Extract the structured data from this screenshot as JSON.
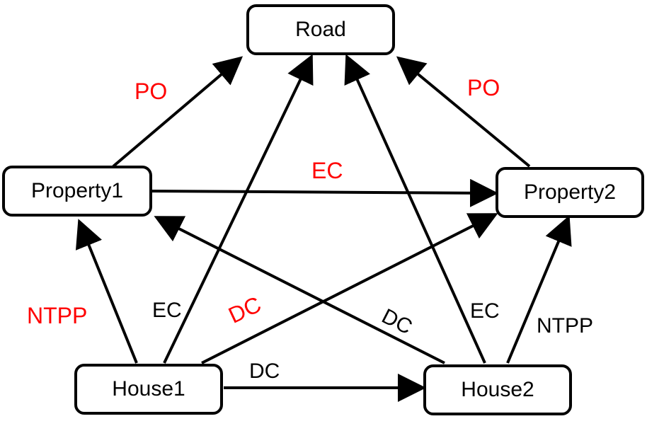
{
  "nodes": {
    "road": "Road",
    "property1": "Property1",
    "property2": "Property2",
    "house1": "House1",
    "house2": "House2"
  },
  "edges": {
    "property1_road": "PO",
    "property2_road": "PO",
    "property1_property2": "EC",
    "house1_property1": "NTPP",
    "house1_road": "EC",
    "house1_property2": "DC",
    "house2_property1": "DC",
    "house1_house2": "DC",
    "house2_road": "EC",
    "house2_property2": "NTPP"
  },
  "colors": {
    "highlight": "#ff0000",
    "default": "#000000"
  }
}
